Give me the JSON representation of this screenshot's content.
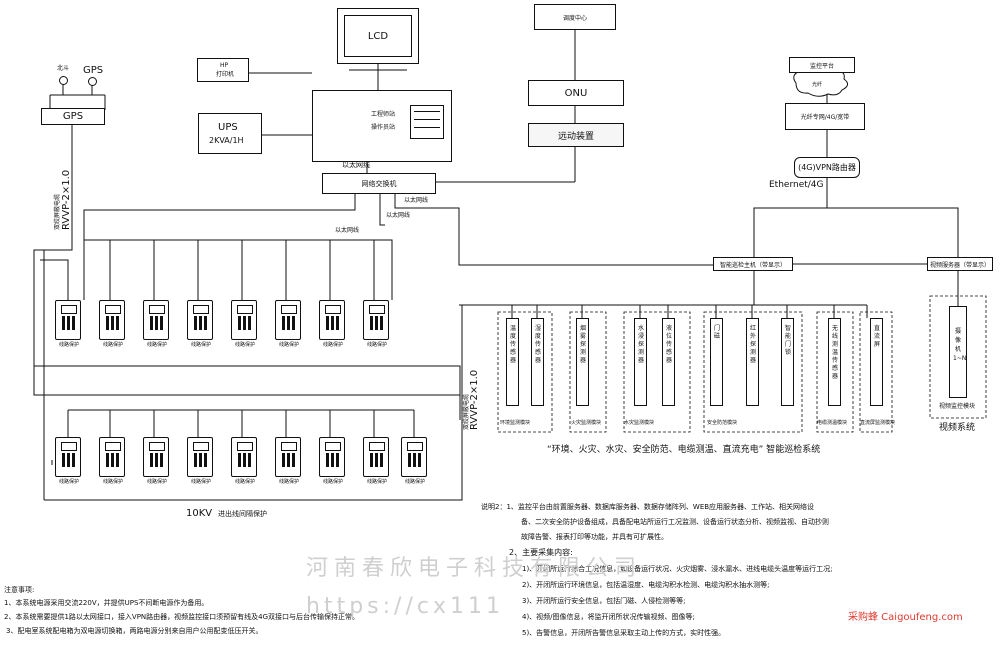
{
  "top": {
    "lcd": "LCD",
    "hp_printer": [
      "HP",
      "打印机"
    ],
    "ups": [
      "UPS",
      "2KVA/1H"
    ],
    "workstation": [
      "工程师站",
      "操作员站"
    ],
    "dispatch_center": "调度中心",
    "onu": "ONU",
    "telecontrol": "远动装置",
    "ethernet_1": "以太网线",
    "network_switch": "网络交换机",
    "ethernet_2": "以太网线",
    "ethernet_3": "以太网线",
    "ethernet_4": "以太网线"
  },
  "gps": {
    "antenna_1": "北斗",
    "antenna_2": "GPS",
    "box": "GPS",
    "cable": "RVVP-2×1.0",
    "cable_note": "双绞屏蔽电缆"
  },
  "monitoring_cloud": {
    "platform": "监控平台",
    "cloud_label": "光纤",
    "fiber_box": "光纤专网/4G/宽带",
    "vpn_router": "(4G)VPN路由器",
    "ethernet_4g": "Ethernet/4G"
  },
  "servers": {
    "smart": "智能巡检主机（带显示）",
    "video": "视频服务器（带显示）"
  },
  "protection": {
    "row_label": "线路保护",
    "bottom_cable": "RVVP-2×1.0",
    "bottom_cable_note": "双绞屏蔽电缆",
    "footer": "10KV",
    "footer_sub": "进出线间隔保护"
  },
  "sensor_groups": [
    {
      "label": "环境监测模块",
      "items": [
        "温度传感器",
        "湿度传感器"
      ]
    },
    {
      "label": "火灾监测模块",
      "items": [
        "烟雾探测器"
      ]
    },
    {
      "label": "水灾监测模块",
      "items": [
        "水浸探测器",
        "液位传感器"
      ]
    },
    {
      "label": "安全防范模块",
      "items": [
        "门磁",
        "红外探测器",
        "智能门锁"
      ]
    },
    {
      "label": "电缆测温模块",
      "items": [
        "无线测温传感器"
      ]
    },
    {
      "label": "直流屏监测模块",
      "items": [
        "直流屏"
      ]
    }
  ],
  "video_group": {
    "label": "视频监控模块",
    "item": "摄像机1~N",
    "caption": "视频系统"
  },
  "system_caption": "“环境、火灾、水灾、安全防范、电缆测温、直流充电” 智能巡检系统",
  "notes_left": {
    "title": "注意事项:",
    "lines": [
      "1、本系统电源采用交流220V，并提供UPS不间断电源作为备用。",
      "2、本系统需要提供1路以太网接口，接入VPN路由器，视频监控接口须预留有线及4G双接口与后台传输保持正常。",
      "3、配电室系统配电箱为双电源切换箱，两路电源分别来自用户公用配变低压开关。"
    ]
  },
  "notes_right": {
    "intro": "说明2：1、监控平台由前置服务器、数据库服务器、数据存储阵列、WEB应用服务器、工作站、相关网络设",
    "intro_2": "备、二次安全防护设备组成，具备配电站所运行工况监测、设备运行状态分析、视频监视、自动抄则",
    "intro_3": "故障告警、报表打印等功能，并具有可扩展性。",
    "main_title": "2、主要采集内容:",
    "items": [
      "1)、开闭所运行综合工况信息，如设备运行状况、火灾烟雾、浸水漏水、进线电缆头温度等运行工况;",
      "2)、开闭所运行环境信息，包括温湿度、电缆沟积水检测、电缆沟积水抽水测等;",
      "3)、开闭所运行安全信息，包括门磁、人侵检测等等;",
      "4)、视频/图像信息，将监开闭所状况传输视频、图像等;",
      "5)、告警信息，开闭所告警信息采取主动上传的方式，实时性强。"
    ]
  },
  "watermarks": {
    "company": "河南春欣电子科技有限公司",
    "url": "https://cx111",
    "brand": "采购蜂 Caigoufeng.com"
  }
}
